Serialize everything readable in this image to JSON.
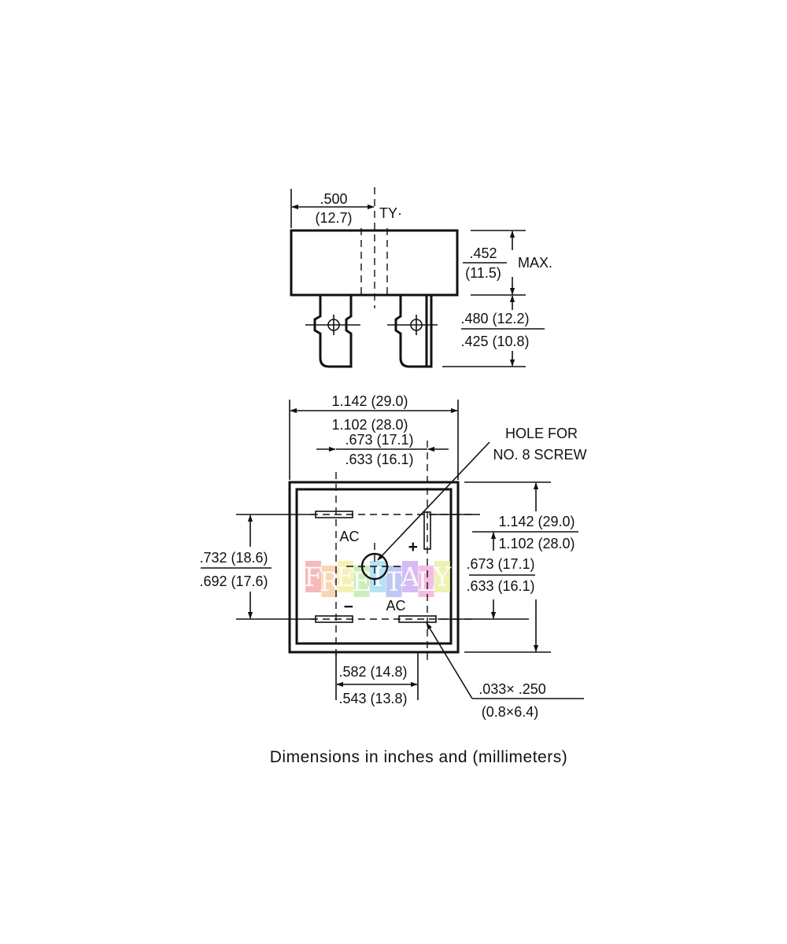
{
  "side_view": {
    "pitch_in": ".500",
    "pitch_mm": "(12.7)",
    "typ_label": "TY·",
    "height_in": ".452",
    "height_mm": "(11.5)",
    "height_suffix": "MAX.",
    "lead_max": ".480 (12.2)",
    "lead_min": ".425 (10.8)"
  },
  "top_view": {
    "width_max": "1.142 (29.0)",
    "width_min": "1.102 (28.0)",
    "term_x_max": ".673 (17.1)",
    "term_x_min": ".633 (16.1)",
    "hole_note_line1": "HOLE FOR",
    "hole_note_line2": "NO. 8 SCREW",
    "depth_max": "1.142 (29.0)",
    "depth_min": "1.102 (28.0)",
    "term_y_max": ".673 (17.1)",
    "term_y_min": ".633 (16.1)",
    "left_dim_max": ".732 (18.6)",
    "left_dim_min": ".692 (17.6)",
    "bottom_dim_max": ".582 (14.8)",
    "bottom_dim_min": ".543 (13.8)",
    "tab_size_in": ".033× .250",
    "tab_size_mm": "(0.8×6.4)",
    "label_ac_top": "AC",
    "label_ac_bottom": "AC",
    "label_plus": "+",
    "label_minus": "−"
  },
  "watermark": {
    "letters": [
      "F",
      "R",
      "E",
      "E",
      "I",
      "T",
      "A",
      "L",
      "Y"
    ],
    "colors": [
      "#f3a3a3",
      "#f6c79a",
      "#f3ec9a",
      "#b9eaa0",
      "#9fd8ef",
      "#a9b4f2",
      "#c7a6f0",
      "#f0a6d8",
      "#e8ee9a"
    ]
  },
  "caption": "Dimensions in inches and (millimeters)"
}
